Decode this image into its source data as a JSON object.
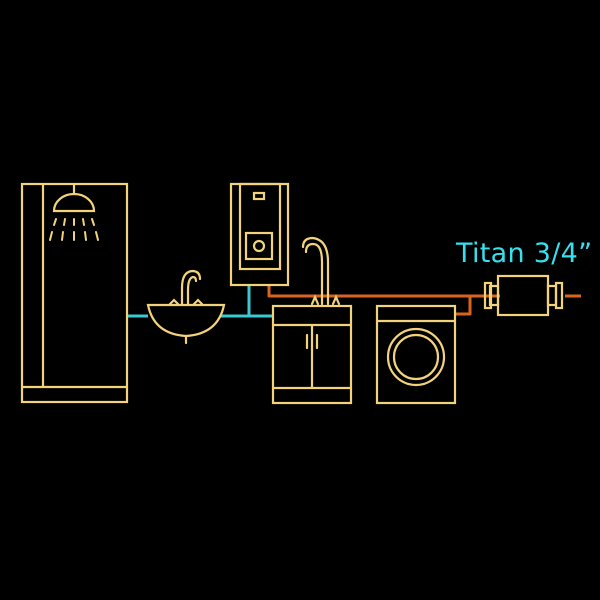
{
  "diagram": {
    "label": "Titan 3/4”",
    "colors": {
      "background": "#000000",
      "fixture": "#f2d27a",
      "cold_pipe": "#3cc8d2",
      "hot_pipe": "#d8641e",
      "label": "#38e0ee"
    },
    "fixtures": [
      {
        "name": "shower",
        "icon": "shower-icon"
      },
      {
        "name": "washbasin",
        "icon": "sink-icon"
      },
      {
        "name": "water-heater",
        "icon": "water-heater-icon"
      },
      {
        "name": "kitchen-sink-cabinet",
        "icon": "cabinet-sink-icon"
      },
      {
        "name": "washing-machine",
        "icon": "washing-machine-icon"
      },
      {
        "name": "titan-filter",
        "icon": "inline-filter-icon"
      }
    ]
  }
}
